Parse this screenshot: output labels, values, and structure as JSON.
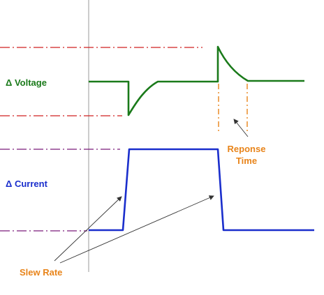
{
  "labels": {
    "voltage": "Δ Voltage",
    "current": "Δ Current",
    "response_line1": "Reponse",
    "response_line2": "Time",
    "slew": "Slew Rate"
  },
  "colors": {
    "voltage": "#1a7a1a",
    "current": "#1a2ecc",
    "annotation": "#e8841a",
    "voltage_limit": "#d02020",
    "current_limit": "#7a1a7a",
    "axis": "#bbbbbb",
    "arrow": "#333333"
  }
}
